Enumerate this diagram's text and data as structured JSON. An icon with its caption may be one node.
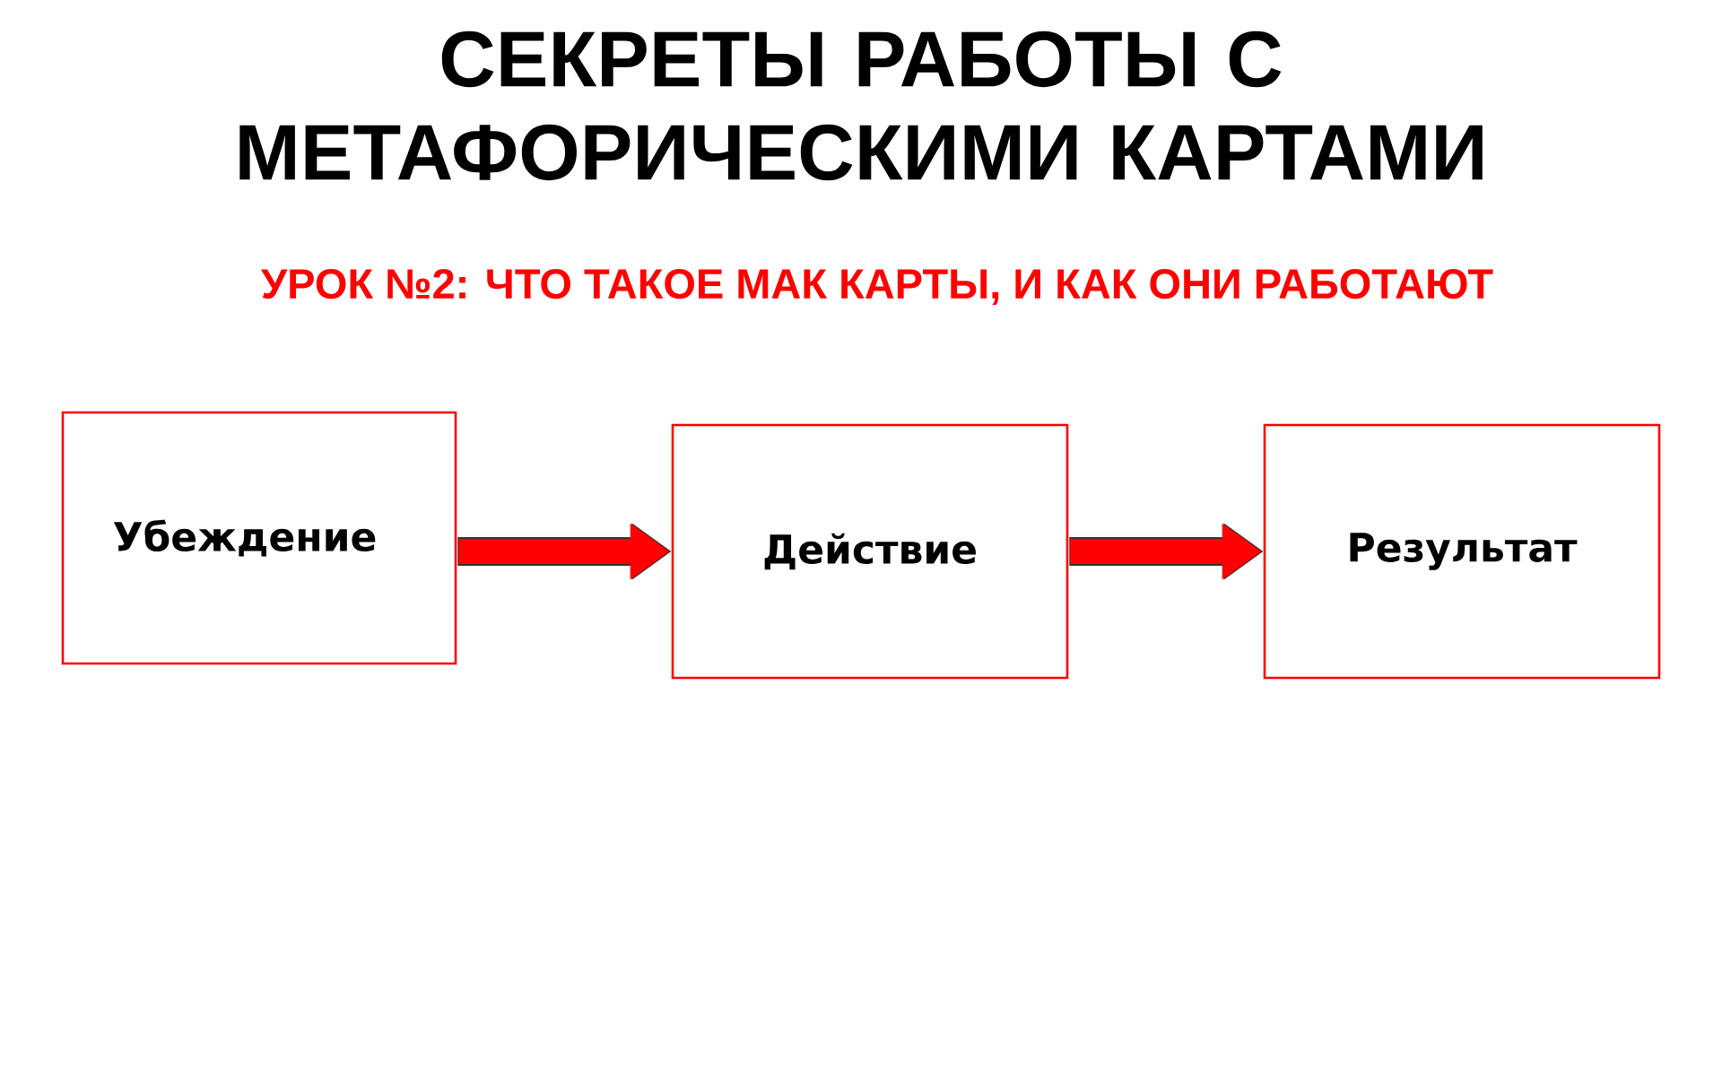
{
  "diagram": {
    "title": "СЕКРЕТЫ РАБОТЫ С МЕТАФОРИЧЕСКИМИ КАРТАМИ",
    "caption": "УРОК №2: ЧТО ТАКОЕ МАК КАРТЫ, И КАК ОНИ РАБОТАЮТ",
    "nodes": [
      {
        "text": [
          "Убеждение"
        ]
      },
      {
        "text": [
          "Действие"
        ]
      },
      {
        "text": [
          "Результат"
        ]
      }
    ],
    "edges": [
      {
        "from": 0,
        "to": 1,
        "arrow": "to"
      },
      {
        "from": 1,
        "to": 2,
        "arrow": "to"
      }
    ]
  }
}
